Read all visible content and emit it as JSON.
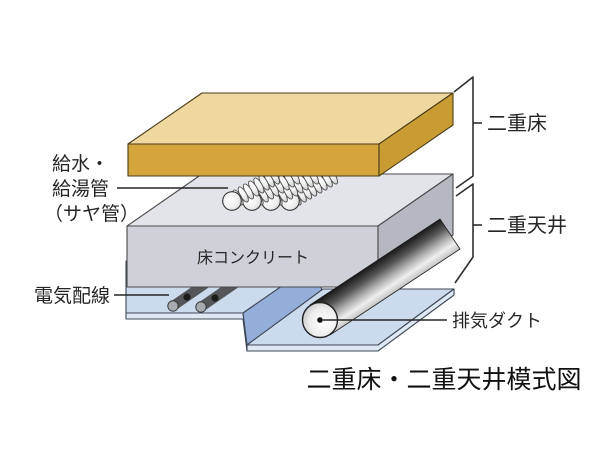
{
  "diagram": {
    "labels": {
      "supply_pipes_line1": "給水・",
      "supply_pipes_line2": "給湯管",
      "supply_pipes_line3": "（サヤ管）",
      "electrical_wiring": "電気配線",
      "floor_concrete": "床コンクリート",
      "double_floor": "二重床",
      "double_ceiling": "二重天井",
      "exhaust_duct": "排気ダクト"
    },
    "caption": "二重床・二重天井模式図",
    "colors": {
      "floor_top": "#eed8a0",
      "floor_front": "#d3a53c",
      "floor_side": "#c99b33",
      "concrete_top": "#e2e4e9",
      "concrete_front": "#ced1d8",
      "concrete_side": "#b5b8c0",
      "ceiling_top": "#ccdaee",
      "ceiling_wall": "#93aed8",
      "ceiling_edge": "#dfe9f6",
      "text": "#262626"
    },
    "icons": {
      "bracket_double_floor": "bracket-line",
      "bracket_double_ceiling": "bracket-line"
    }
  }
}
